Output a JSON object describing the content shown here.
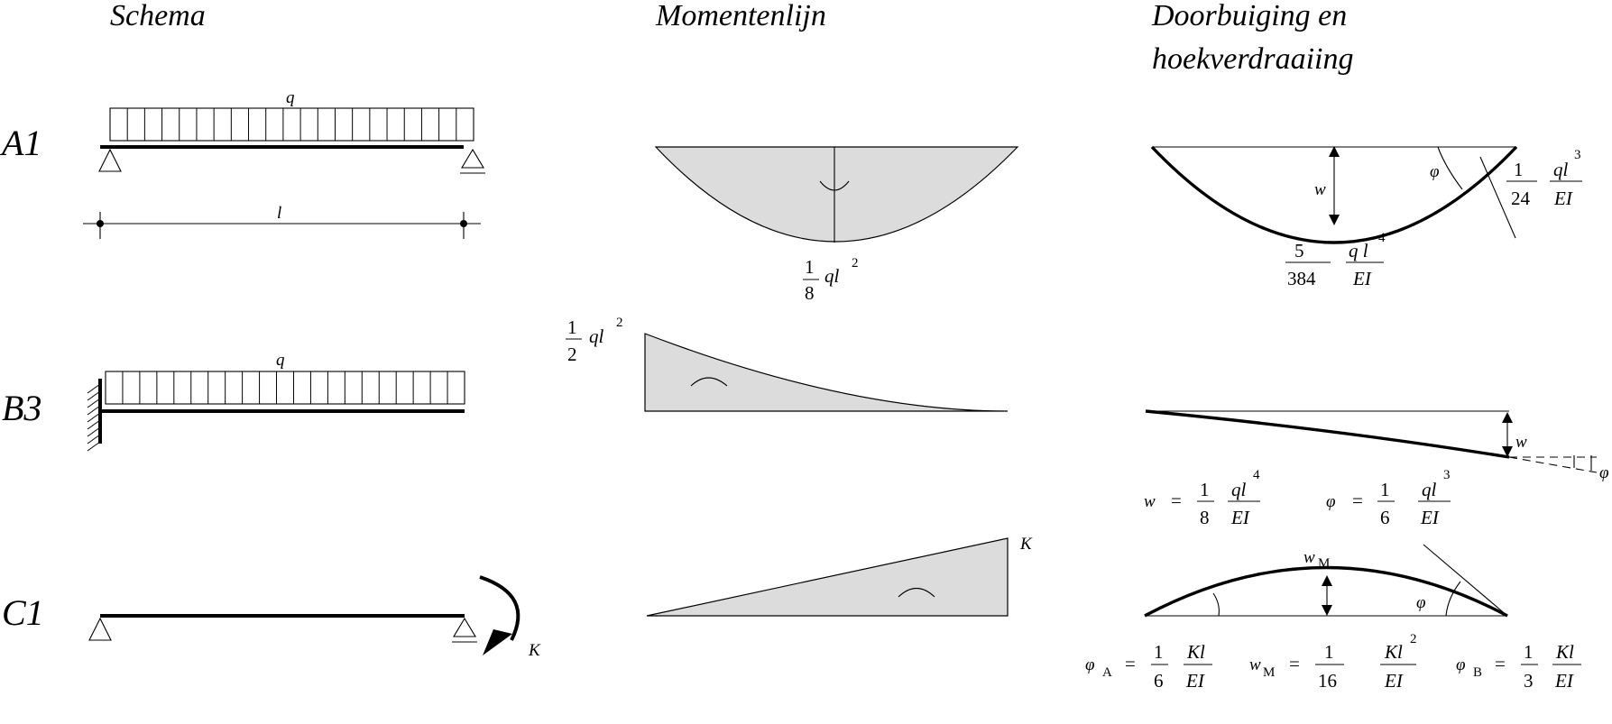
{
  "headers": {
    "schema": "Schema",
    "moment": "Momentenlijn",
    "deflection_line1": "Doorbuiging en",
    "deflection_line2": "hoekverdraaiing"
  },
  "rows": {
    "a1": "A1",
    "b3": "B3",
    "c1": "C1"
  },
  "case_a1": {
    "load": "q",
    "span": "l",
    "moment": {
      "num": "1",
      "den": "8",
      "expr": "ql",
      "exp": "2"
    },
    "w_label": "w",
    "phi_label": "φ",
    "deflection": {
      "num": "5",
      "den": "384",
      "top": "q l",
      "exp": "4",
      "bottom": "EI"
    },
    "rotation": {
      "num": "1",
      "den": "24",
      "top": "ql",
      "exp": "3",
      "bottom": "EI"
    }
  },
  "case_b3": {
    "load": "q",
    "moment": {
      "num": "1",
      "den": "2",
      "expr": "ql",
      "exp": "2"
    },
    "w_label": "w",
    "phi_label": "φ",
    "w_formula": {
      "lhs": "w",
      "eq": "=",
      "num": "1",
      "den": "8",
      "top": "ql",
      "exp": "4",
      "bottom": "EI"
    },
    "phi_formula": {
      "lhs": "φ",
      "eq": "=",
      "num": "1",
      "den": "6",
      "top": "ql",
      "exp": "3",
      "bottom": "EI"
    }
  },
  "case_c1": {
    "moment_label": "K",
    "moment_diagram_label": "K",
    "wm_label": "w",
    "wm_sub": "M",
    "phi_label": "φ",
    "phiA": {
      "lhs": "φ",
      "sub": "A",
      "eq": "=",
      "num": "1",
      "den": "6",
      "top": "Kl",
      "bottom": "EI"
    },
    "wM": {
      "lhs": "w",
      "sub": "M",
      "eq": "=",
      "num": "1",
      "den": "16",
      "top": "Kl",
      "exp": "2",
      "bottom": "EI"
    },
    "phiB": {
      "lhs": "φ",
      "sub": "B",
      "eq": "=",
      "num": "1",
      "den": "3",
      "top": "Kl",
      "bottom": "EI"
    }
  }
}
